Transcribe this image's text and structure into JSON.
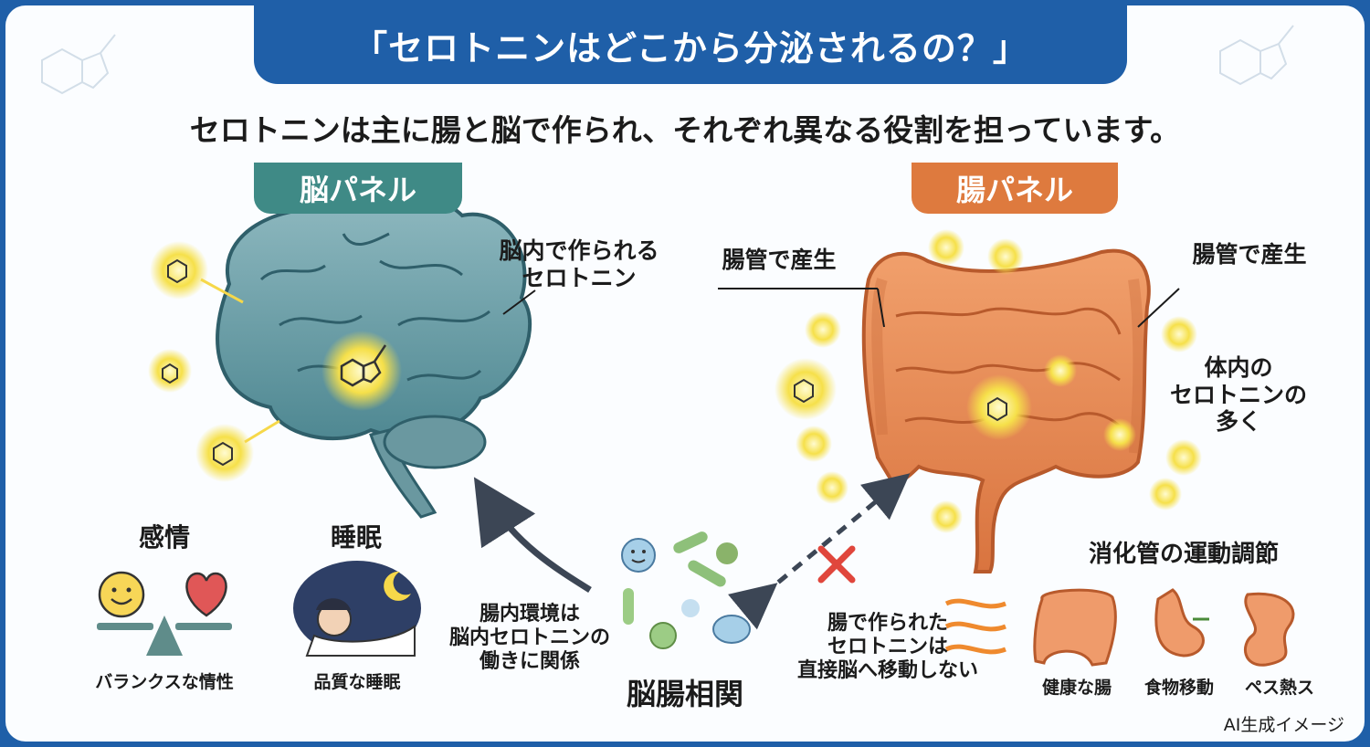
{
  "title": "「セロトニンはどこから分泌されるの？」",
  "subtitle": "セロトニンは主に腸と脳で作られ、それぞれ異なる役割を担っています。",
  "brain_panel": {
    "tab_label": "脳パネル",
    "callout_line1": "脳内で作られる",
    "callout_line2": "セロトニン",
    "emotion_heading": "感情",
    "emotion_caption": "バランクスな情性",
    "sleep_heading": "睡眠",
    "sleep_caption": "品質な睡眠"
  },
  "gut_panel": {
    "tab_label": "腸パネル",
    "left_callout": "腸管で産生",
    "right_callout": "腸管で産生",
    "body_line1": "体内の",
    "body_line2": "セロトニンの",
    "body_line3": "多く",
    "motility_heading": "消化管の運動調節",
    "gut_note_line1": "腸で作られた",
    "gut_note_line2": "セロトニンは",
    "gut_note_line3": "直接脳へ移動しない",
    "icon_captions": [
      "健康な腸",
      "食物移動",
      "ペス熱ス"
    ]
  },
  "axis": {
    "note_line1": "腸内環境は",
    "note_line2": "脳内セロトニンの",
    "note_line3": "働きに関係",
    "label": "脳腸相関"
  },
  "footer": "AI生成イメージ",
  "icons": [
    "serotonin-molecule-icon",
    "smiley-icon",
    "heart-icon",
    "balance-scale-icon",
    "sleeping-person-icon",
    "moon-icon",
    "bacteria-icon",
    "cross-icon",
    "wave-arrows-icon",
    "intestine-icon",
    "stomach-icon"
  ],
  "colors": {
    "primary_blue": "#1f5fa8",
    "brain_teal": "#3f8a86",
    "gut_orange": "#de7a3e",
    "serotonin_yellow": "#f6e04a",
    "cross_red": "#e0463c"
  }
}
